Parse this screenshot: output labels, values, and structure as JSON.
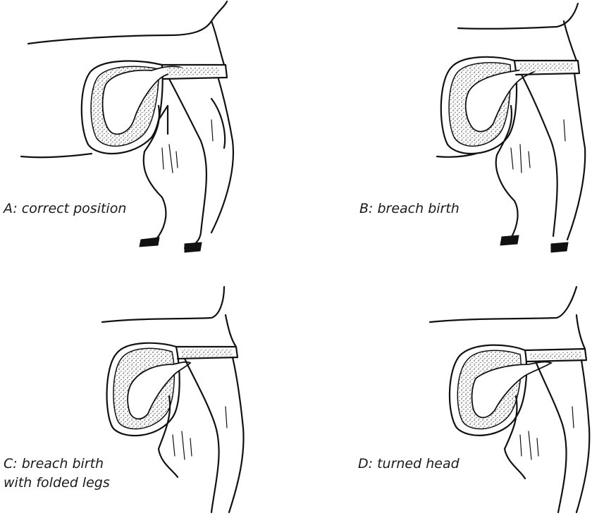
{
  "figure": {
    "panels": [
      {
        "id": "A",
        "caption_lines": [
          "A: correct position"
        ]
      },
      {
        "id": "B",
        "caption_lines": [
          "B: breach birth"
        ]
      },
      {
        "id": "C",
        "caption_lines": [
          "C: breach birth",
          "with folded legs"
        ]
      },
      {
        "id": "D",
        "caption_lines": [
          "D: turned head"
        ]
      }
    ]
  }
}
